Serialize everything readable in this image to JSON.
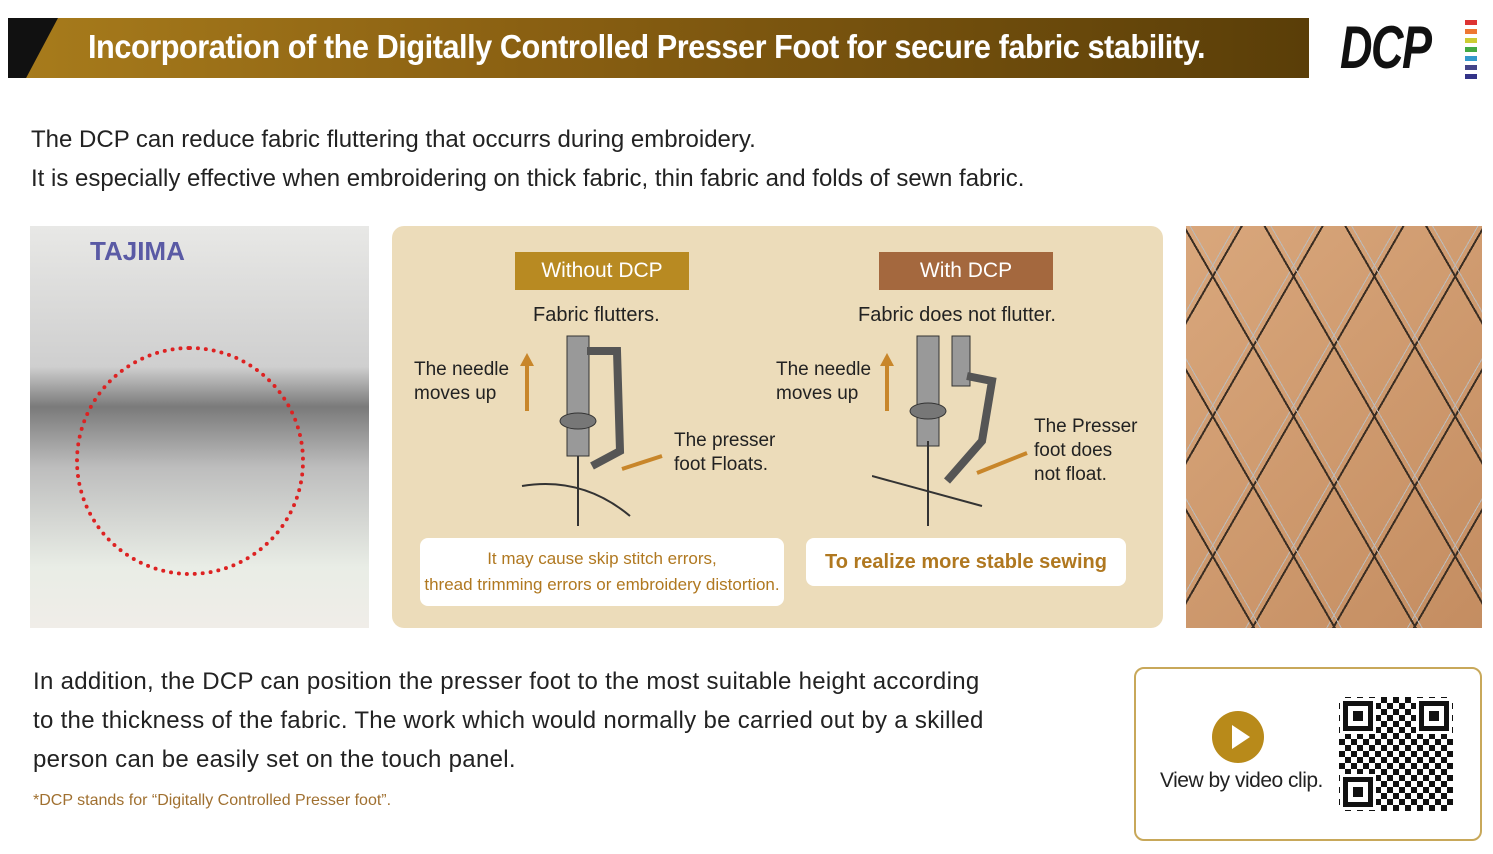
{
  "header": {
    "title": "Incorporation of the Digitally Controlled Presser Foot for secure fabric stability.",
    "logo": "DCP"
  },
  "intro": {
    "line1": "The DCP can reduce fabric fluttering that occurrs during embroidery.",
    "line2": "It is especially effective when embroidering on thick fabric, thin fabric and folds of sewn fabric."
  },
  "photo_left": {
    "brand": "TAJIMA"
  },
  "comparison": {
    "without": {
      "tag": "Without DCP",
      "caption": "Fabric flutters.",
      "needle_l1": "The needle",
      "needle_l2": "moves up",
      "foot_l1": "The presser",
      "foot_l2": "foot Floats.",
      "result_l1": "It may cause skip stitch errors,",
      "result_l2": "thread trimming errors or embroidery distortion."
    },
    "with": {
      "tag": "With DCP",
      "caption": "Fabric does not flutter.",
      "needle_l1": "The needle",
      "needle_l2": "moves up",
      "foot_l1": "The Presser",
      "foot_l2": "foot does",
      "foot_l3": "not float.",
      "result": "To realize more stable sewing"
    }
  },
  "outro": {
    "l1": "In addition, the DCP can position the presser foot to the most suitable height according",
    "l2": "to the thickness of the fabric. The work which would normally be carried out by a skilled",
    "l3": "person can be easily set on the touch panel.",
    "note": "*DCP stands for “Digitally Controlled Presser foot”."
  },
  "video": {
    "label": "View by video clip."
  },
  "colors": {
    "accent": "#b88a22",
    "with_tag": "#a4683e",
    "panel": "#ecdcba"
  }
}
